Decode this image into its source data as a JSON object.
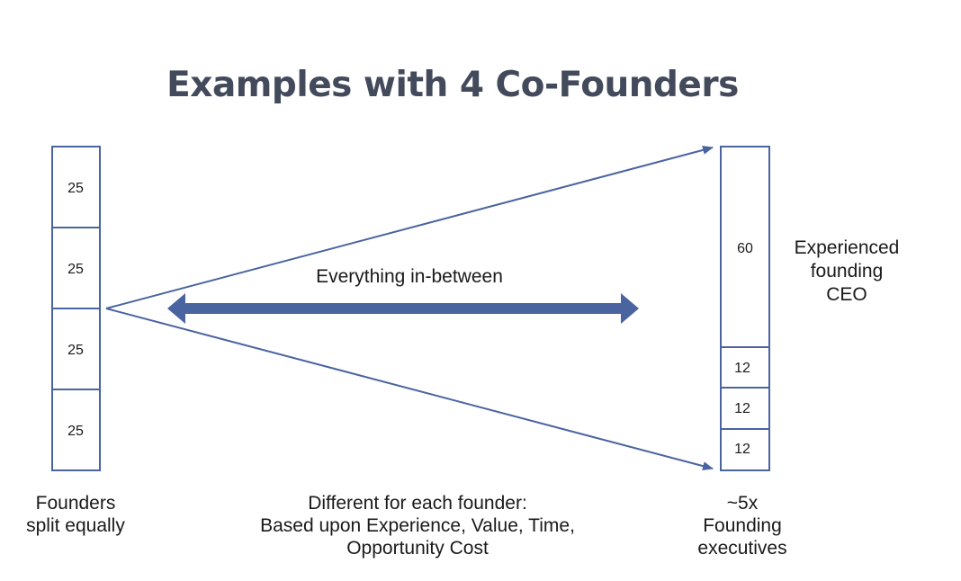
{
  "title": "Examples with 4 Co-Founders",
  "colors": {
    "line": "#4a64a0",
    "title": "#424a5c",
    "text": "#1a1a1a"
  },
  "left_bar": {
    "segments": [
      "25",
      "25",
      "25",
      "25"
    ]
  },
  "right_bar": {
    "segments": [
      "60",
      "12",
      "12",
      "12"
    ]
  },
  "middle_label": "Everything in-between",
  "right_side_label": [
    "Experienced",
    "founding",
    "CEO"
  ],
  "captions": {
    "left": [
      "Founders",
      "split equally"
    ],
    "middle": [
      "Different for each founder:",
      "Based upon Experience, Value, Time,",
      "Opportunity Cost"
    ],
    "right": [
      "~5x",
      "Founding",
      "executives"
    ]
  }
}
